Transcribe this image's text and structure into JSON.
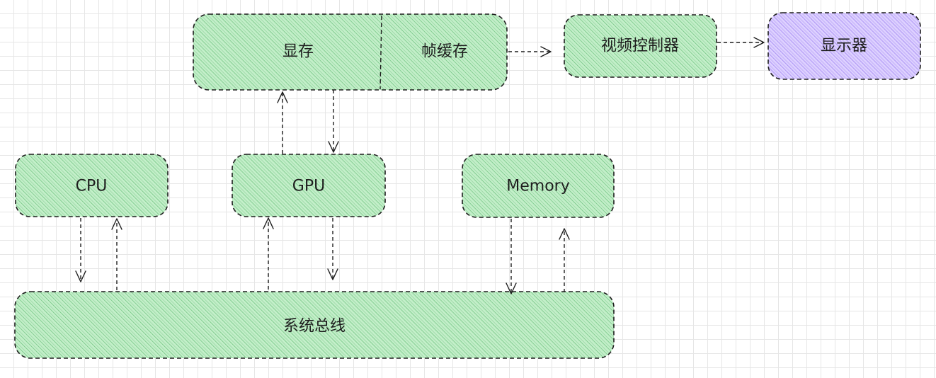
{
  "nodes": {
    "vram": {
      "label": "显存"
    },
    "frame_buffer": {
      "label": "帧缓存"
    },
    "video_controller": {
      "label": "视频控制器"
    },
    "display": {
      "label": "显示器"
    },
    "cpu": {
      "label": "CPU"
    },
    "gpu": {
      "label": "GPU"
    },
    "memory": {
      "label": "Memory"
    },
    "system_bus": {
      "label": "系统总线"
    }
  },
  "colors": {
    "box_fill_green": "#b2f2bb",
    "hatch_green": "#2f9e44",
    "box_fill_purple": "#d0bfff",
    "hatch_purple": "#7048e8",
    "stroke": "#1e1e1e",
    "grid": "#e6e6e6"
  }
}
